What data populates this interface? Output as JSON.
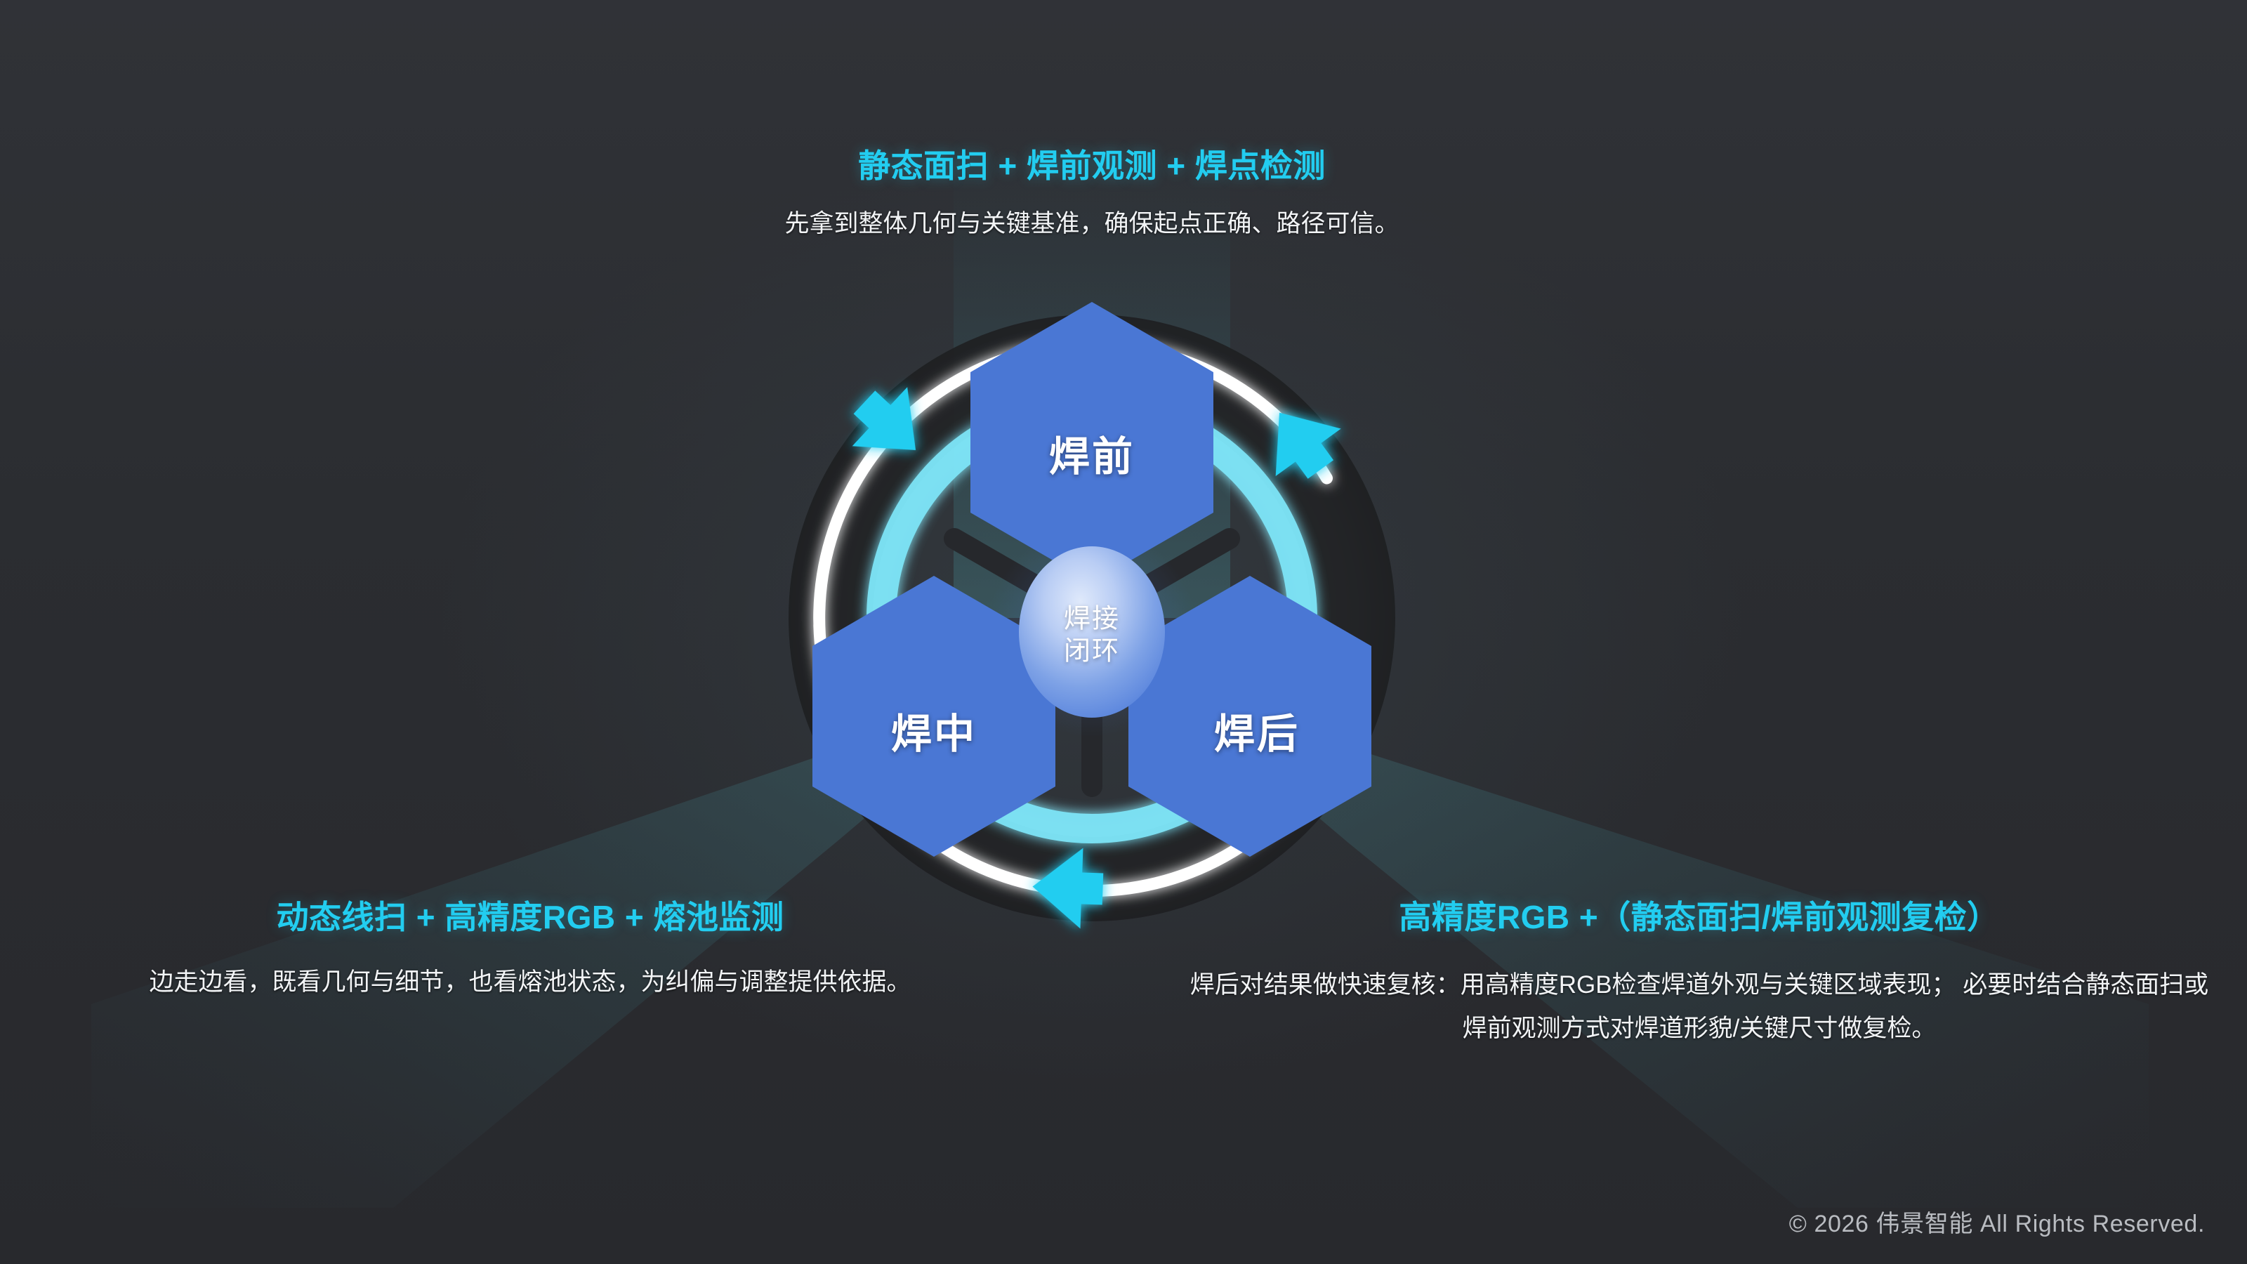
{
  "background_color": "#2b2d31",
  "accent_cyan": "#22cdf0",
  "hex_blue": "#4a77d4",
  "arc_cyan": "#7fe8fb",
  "ring_white": "#ffffff",
  "diagram": {
    "center": {
      "label": "焊接\n闭环",
      "name": "welding-closed-loop"
    },
    "nodes": [
      {
        "id": "pre",
        "label": "焊前"
      },
      {
        "id": "during",
        "label": "焊中"
      },
      {
        "id": "post",
        "label": "焊后"
      }
    ],
    "flow_direction": "counter-clockwise",
    "arrow_count": 3
  },
  "sections": {
    "pre": {
      "heading": "静态面扫 + 焊前观测 + 焊点检测",
      "body": "先拿到整体几何与关键基准，确保起点正确、路径可信。"
    },
    "during": {
      "heading": "动态线扫 + 高精度RGB + 熔池监测",
      "body": "边走边看，既看几何与细节，也看熔池状态，为纠偏与调整提供依据。"
    },
    "post": {
      "heading": "高精度RGB +（静态面扫/焊前观测复检）",
      "body": "焊后对结果做快速复核：用高精度RGB检查焊道外观与关键区域表现；\n必要时结合静态面扫或焊前观测方式对焊道形貌/关键尺寸做复检。"
    }
  },
  "footer": {
    "copyright": "© 2026 伟景智能 All Rights Reserved."
  }
}
